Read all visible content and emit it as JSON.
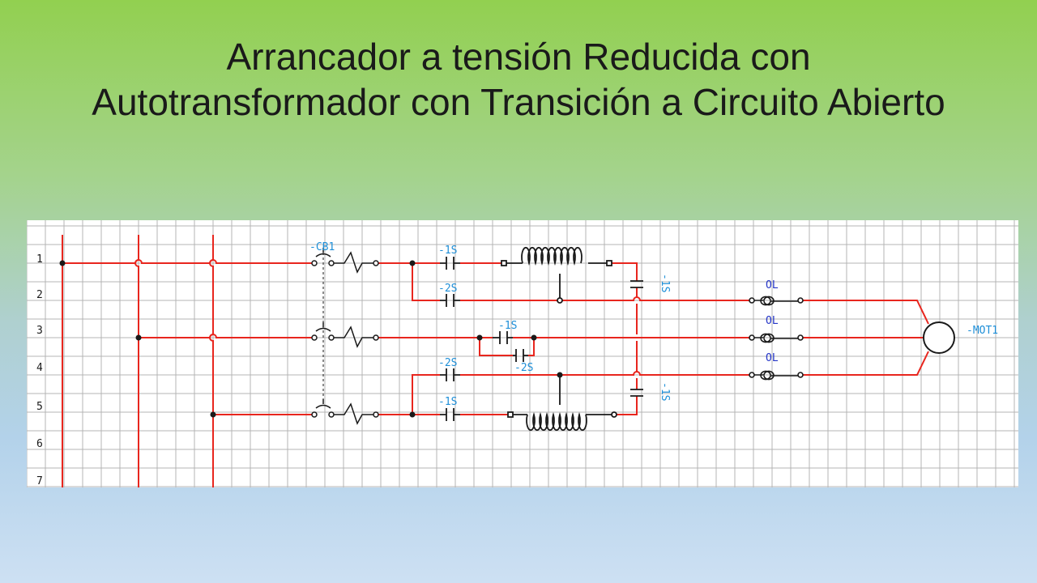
{
  "slide": {
    "title_line1": "Arrancador a tensión Reducida con",
    "title_line2": "Autotransformador con Transición a Circuito Abierto"
  },
  "schematic": {
    "row_numbers": [
      "1",
      "2",
      "3",
      "4",
      "5",
      "6",
      "7"
    ],
    "labels": {
      "breaker": "-CB1",
      "c1_top": "-1S",
      "c2_top": "-2S",
      "c1_mid": "-1S",
      "c2_mid": "-2S",
      "c2_bot": "-2S",
      "c1_bot": "-1S",
      "s1_top": "-1S",
      "s1_bot": "-1S",
      "ol_1": "OL",
      "ol_2": "OL",
      "ol_3": "OL",
      "motor": "-MOT1"
    },
    "colors": {
      "wire": "#e8261e",
      "grid": "#b4b4b4",
      "component": "#1a1a1a",
      "label_cyan": "#1e8fd8",
      "label_blue": "#2536c8"
    }
  }
}
